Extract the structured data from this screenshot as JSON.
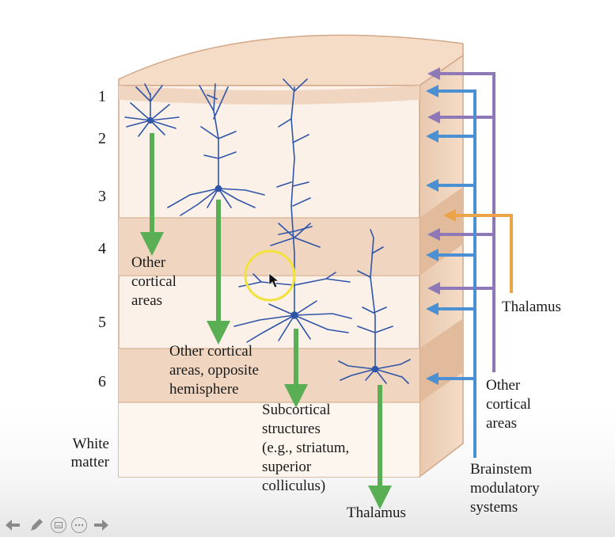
{
  "layer_labels": [
    "1",
    "2",
    "3",
    "4",
    "5",
    "6"
  ],
  "white_matter": [
    "White",
    "matter"
  ],
  "targets": {
    "other_cortical_areas_a": [
      "Other",
      "cortical",
      "areas"
    ],
    "other_cortical_opposite": [
      "Other cortical",
      "areas, opposite",
      "hemisphere"
    ],
    "subcortical": [
      "Subcortical",
      "structures",
      "(e.g., striatum,",
      "superior",
      "colliculus)"
    ],
    "thalamus_bottom": "Thalamus"
  },
  "inputs": {
    "thalamus_right": "Thalamus",
    "other_cortical_right": [
      "Other",
      "cortical",
      "areas"
    ],
    "brainstem": [
      "Brainstem",
      "modulatory",
      "systems"
    ]
  },
  "colors": {
    "green_output": "#5aaf55",
    "blue_brainstem": "#4a90d2",
    "purple_cortical": "#8e78b8",
    "orange_thalamus": "#eba548",
    "neuron": "#2f55a8",
    "tissue_light": "#fbf1e8",
    "tissue_band": "#f0d6c1",
    "tissue_edge": "#d3a888",
    "highlight_ring": "#f2e23a"
  },
  "toolbar": {
    "icons": [
      "arrow-left-icon",
      "pen-icon",
      "subtitles-icon",
      "more-icon",
      "arrow-right-icon"
    ]
  }
}
